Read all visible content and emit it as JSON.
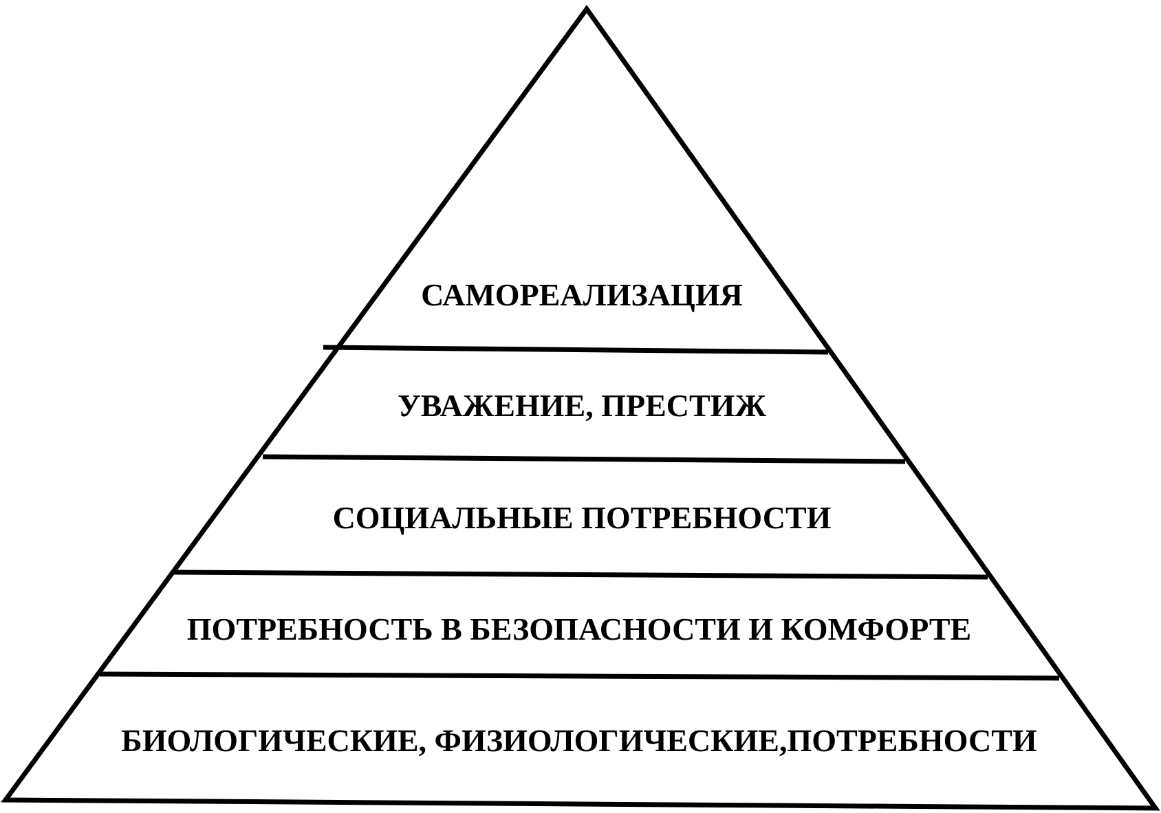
{
  "pyramid": {
    "levels": [
      {
        "label": "САМОРЕАЛИЗАЦИЯ"
      },
      {
        "label": "УВАЖЕНИЕ, ПРЕСТИЖ"
      },
      {
        "label": "СОЦИАЛЬНЫЕ ПОТРЕБНОСТИ"
      },
      {
        "label": "ПОТРЕБНОСТЬ В БЕЗОПАСНОСТИ И КОМФОРТЕ"
      },
      {
        "label": "БИОЛОГИЧЕСКИЕ, ФИЗИОЛОГИЧЕСКИЕ,ПОТРЕБНОСТИ"
      }
    ],
    "colors": {
      "stroke": "#000000",
      "text": "#000000",
      "background": "#ffffff"
    }
  }
}
